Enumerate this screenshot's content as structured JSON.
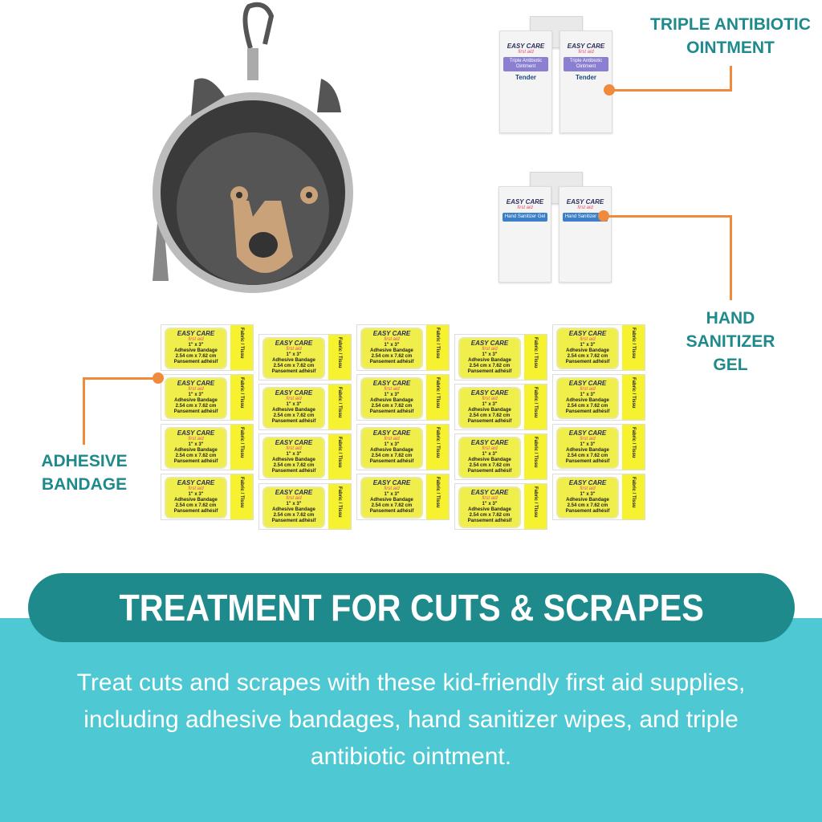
{
  "callouts": {
    "ointment": "TRIPLE ANTIBIOTIC\nOINTMENT",
    "sanitizer": "HAND\nSANITIZER\nGEL",
    "bandage": "ADHESIVE\nBANDAGE"
  },
  "packets": {
    "brand": "EASY CARE",
    "brand_sub": "first aid",
    "ointment_name": "Triple Antibiotic Ointment",
    "ointment_maker": "Tender",
    "sanitizer_name": "Hand Sanitizer Gel",
    "bandage_size": "1\" x 3\"",
    "bandage_name": "Adhesive Bandage",
    "bandage_metric": "2.54 cm x 7.62 cm",
    "bandage_fr": "Pansement adhésif",
    "bandage_side": "Fabric / Tissu"
  },
  "banner": {
    "title": "TREATMENT FOR CUTS & SCRAPES"
  },
  "description": "Treat cuts and scrapes with these kid-friendly first aid supplies, including adhesive bandages, hand sanitizer wipes, and triple antibiotic ointment.",
  "colors": {
    "teal_dark": "#1e8a8c",
    "teal_light": "#4ec8d2",
    "orange": "#f08a3c",
    "bandage_yellow": "#f7f230",
    "ointment_purple": "#8a7fd0",
    "sanitizer_blue": "#3a7fc8"
  }
}
